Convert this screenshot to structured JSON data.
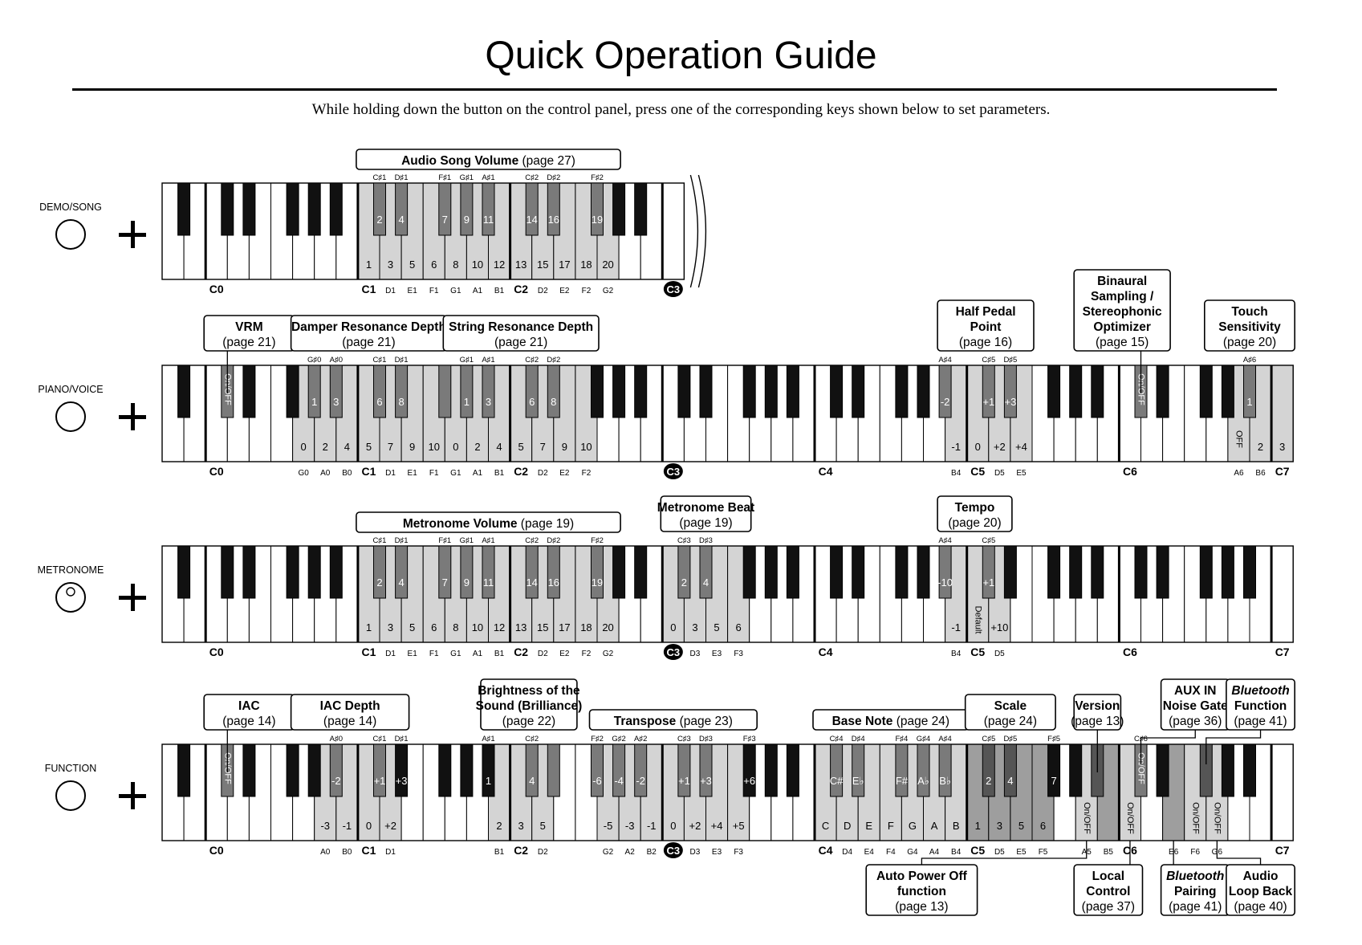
{
  "title": "Quick Operation Guide",
  "subtitle": "While holding down the button on the control panel, press one of the corresponding keys shown below to set parameters.",
  "sections": [
    {
      "button": "DEMO/SONG",
      "button_icon": "circle-button-icon",
      "keyboard_end": "C3",
      "octaves": [
        "C0",
        "C1",
        "C2",
        "C3"
      ],
      "highlights": [
        {
          "from": "C1",
          "to": "G2"
        }
      ],
      "key_values": [
        {
          "key": "C1",
          "value": "1"
        },
        {
          "key": "C#1",
          "value": "2"
        },
        {
          "key": "D1",
          "value": "3"
        },
        {
          "key": "D#1",
          "value": "4"
        },
        {
          "key": "E1",
          "value": "5"
        },
        {
          "key": "F1",
          "value": "6"
        },
        {
          "key": "F#1",
          "value": "7"
        },
        {
          "key": "G1",
          "value": "8"
        },
        {
          "key": "G#1",
          "value": "9"
        },
        {
          "key": "A1",
          "value": "10"
        },
        {
          "key": "A#1",
          "value": "11"
        },
        {
          "key": "B1",
          "value": "12"
        },
        {
          "key": "C2",
          "value": "13"
        },
        {
          "key": "C#2",
          "value": "14"
        },
        {
          "key": "D2",
          "value": "15"
        },
        {
          "key": "D#2",
          "value": "16"
        },
        {
          "key": "E2",
          "value": "17"
        },
        {
          "key": "F2",
          "value": "18"
        },
        {
          "key": "F#2",
          "value": "19"
        },
        {
          "key": "G2",
          "value": "20"
        }
      ],
      "labels_top": [
        "C#1",
        "D#1",
        "F#1",
        "G#1",
        "A#1",
        "C#2",
        "D#2",
        "F#2"
      ],
      "labels_bottom": [
        "D1",
        "E1",
        "F1",
        "G1",
        "A1",
        "B1",
        "D2",
        "E2",
        "F2",
        "G2"
      ],
      "callouts": [
        {
          "lines": [
            "**Audio Song Volume** (page 27)"
          ],
          "from": "C1",
          "to": "G2",
          "above": true
        }
      ]
    },
    {
      "button": "PIANO/VOICE",
      "button_icon": "circle-button-icon",
      "keyboard_end": "C7",
      "octaves": [
        "C0",
        "C1",
        "C2",
        "C3",
        "C4",
        "C5",
        "C6",
        "C7"
      ],
      "highlights": [
        {
          "from": "C#0",
          "to": "C#0"
        },
        {
          "from": "G0",
          "to": "F2"
        },
        {
          "from": "A#4",
          "to": "E5"
        },
        {
          "from": "C#6",
          "to": "C#6"
        },
        {
          "from": "A6",
          "to": "C7"
        }
      ],
      "key_values": [
        {
          "key": "C#0",
          "value": "On/OFF",
          "vertical": true
        },
        {
          "key": "G0",
          "value": "0"
        },
        {
          "key": "G#0",
          "value": "1"
        },
        {
          "key": "A0",
          "value": "2"
        },
        {
          "key": "A#0",
          "value": "3"
        },
        {
          "key": "B0",
          "value": "4"
        },
        {
          "key": "C1",
          "value": "5"
        },
        {
          "key": "C#1",
          "value": "6"
        },
        {
          "key": "D1",
          "value": "7"
        },
        {
          "key": "D#1",
          "value": "8"
        },
        {
          "key": "E1",
          "value": "9"
        },
        {
          "key": "F1",
          "value": "10"
        },
        {
          "key": "G1",
          "value": "0"
        },
        {
          "key": "G#1",
          "value": "1"
        },
        {
          "key": "A1",
          "value": "2"
        },
        {
          "key": "A#1",
          "value": "3"
        },
        {
          "key": "B1",
          "value": "4"
        },
        {
          "key": "C2",
          "value": "5"
        },
        {
          "key": "C#2",
          "value": "6"
        },
        {
          "key": "D2",
          "value": "7"
        },
        {
          "key": "D#2",
          "value": "8"
        },
        {
          "key": "E2",
          "value": "9"
        },
        {
          "key": "F2",
          "value": "10"
        },
        {
          "key": "A#4",
          "value": "-2"
        },
        {
          "key": "B4",
          "value": "-1"
        },
        {
          "key": "C5",
          "value": "0"
        },
        {
          "key": "C#5",
          "value": "+1"
        },
        {
          "key": "D5",
          "value": "+2"
        },
        {
          "key": "D#5",
          "value": "+3"
        },
        {
          "key": "E5",
          "value": "+4"
        },
        {
          "key": "C#6",
          "value": "On/OFF",
          "vertical": true
        },
        {
          "key": "A6",
          "value": "OFF",
          "vertical": true
        },
        {
          "key": "A#6",
          "value": "1"
        },
        {
          "key": "B6",
          "value": "2"
        },
        {
          "key": "C7",
          "value": "3"
        }
      ],
      "labels_top": [
        "G#0",
        "A#0",
        "C#1",
        "D#1",
        "G#1",
        "A#1",
        "C#2",
        "D#2",
        "A#4",
        "C#5",
        "D#5",
        "A#6"
      ],
      "labels_bottom": [
        "G0",
        "A0",
        "B0",
        "D1",
        "E1",
        "F1",
        "G1",
        "A1",
        "B1",
        "D2",
        "E2",
        "F2",
        "B4",
        "D5",
        "E5",
        "A6",
        "B6"
      ],
      "callouts": [
        {
          "lines": [
            "**VRM**",
            "(page 21)"
          ],
          "from": "C0",
          "to": "F0",
          "leader": "C#0"
        },
        {
          "lines": [
            "**Damper Resonance Depth**",
            "(page 21)"
          ],
          "from": "G0",
          "to": "F1"
        },
        {
          "lines": [
            "**String Resonance Depth**",
            "(page 21)"
          ],
          "from": "G1",
          "to": "F2"
        },
        {
          "lines": [
            "**Half Pedal**",
            "**Point**",
            "(page 16)"
          ],
          "from": "A#4",
          "to": "E5"
        },
        {
          "lines": [
            "**Binaural**",
            "**Sampling /**",
            "**Stereophonic**",
            "**Optimizer**",
            "(page 15)"
          ],
          "from": "A5",
          "to": "D#6",
          "leader": "C#6"
        },
        {
          "lines": [
            "**Touch**",
            "**Sensitivity**",
            "(page 20)"
          ],
          "from": "G6",
          "to": "C7"
        }
      ]
    },
    {
      "button": "METRONOME",
      "button_icon": "metronome-button-icon",
      "keyboard_end": "C7",
      "octaves": [
        "C0",
        "C1",
        "C2",
        "C3",
        "C4",
        "C5",
        "C6",
        "C7"
      ],
      "highlights": [
        {
          "from": "C1",
          "to": "G2"
        },
        {
          "from": "C3",
          "to": "F3"
        },
        {
          "from": "A#4",
          "to": "D5"
        }
      ],
      "key_values": [
        {
          "key": "C1",
          "value": "1"
        },
        {
          "key": "C#1",
          "value": "2"
        },
        {
          "key": "D1",
          "value": "3"
        },
        {
          "key": "D#1",
          "value": "4"
        },
        {
          "key": "E1",
          "value": "5"
        },
        {
          "key": "F1",
          "value": "6"
        },
        {
          "key": "F#1",
          "value": "7"
        },
        {
          "key": "G1",
          "value": "8"
        },
        {
          "key": "G#1",
          "value": "9"
        },
        {
          "key": "A1",
          "value": "10"
        },
        {
          "key": "A#1",
          "value": "11"
        },
        {
          "key": "B1",
          "value": "12"
        },
        {
          "key": "C2",
          "value": "13"
        },
        {
          "key": "C#2",
          "value": "14"
        },
        {
          "key": "D2",
          "value": "15"
        },
        {
          "key": "D#2",
          "value": "16"
        },
        {
          "key": "E2",
          "value": "17"
        },
        {
          "key": "F2",
          "value": "18"
        },
        {
          "key": "F#2",
          "value": "19"
        },
        {
          "key": "G2",
          "value": "20"
        },
        {
          "key": "C3",
          "value": "0"
        },
        {
          "key": "C#3",
          "value": "2"
        },
        {
          "key": "D3",
          "value": "3"
        },
        {
          "key": "D#3",
          "value": "4"
        },
        {
          "key": "E3",
          "value": "5"
        },
        {
          "key": "F3",
          "value": "6"
        },
        {
          "key": "A#4",
          "value": "-10"
        },
        {
          "key": "B4",
          "value": "-1"
        },
        {
          "key": "C5",
          "value": "Default",
          "vertical": true
        },
        {
          "key": "C#5",
          "value": "+1"
        },
        {
          "key": "D5",
          "value": "+10"
        }
      ],
      "labels_top": [
        "C#1",
        "D#1",
        "F#1",
        "G#1",
        "A#1",
        "C#2",
        "D#2",
        "F#2",
        "C#3",
        "D#3",
        "A#4",
        "C#5"
      ],
      "labels_bottom": [
        "D1",
        "E1",
        "F1",
        "G1",
        "A1",
        "B1",
        "D2",
        "E2",
        "F2",
        "G2",
        "D3",
        "E3",
        "F3",
        "B4",
        "D5"
      ],
      "callouts": [
        {
          "lines": [
            "**Metronome Volume** (page 19)"
          ],
          "from": "C1",
          "to": "G2",
          "above": true
        },
        {
          "lines": [
            "**Metronome Beat**",
            "(page 19)"
          ],
          "from": "C3",
          "to": "F3"
        },
        {
          "lines": [
            "**Tempo**",
            "(page 20)"
          ],
          "from": "A#4",
          "to": "D5"
        }
      ]
    },
    {
      "button": "FUNCTION",
      "button_icon": "circle-button-icon",
      "keyboard_end": "C7",
      "octaves": [
        "C0",
        "C1",
        "C2",
        "C3",
        "C4",
        "C5",
        "C6",
        "C7"
      ],
      "highlights": [
        {
          "from": "C#0",
          "to": "C#0"
        },
        {
          "from": "A0",
          "to": "D1"
        },
        {
          "from": "B1",
          "to": "D2"
        },
        {
          "from": "F#2",
          "to": "F3"
        },
        {
          "from": "C4",
          "to": "F5"
        },
        {
          "from": "A5",
          "to": "C#6"
        },
        {
          "from": "E6",
          "to": "G6"
        }
      ],
      "dark_highlights": [
        {
          "from": "C5",
          "to": "F5"
        },
        {
          "from": "A#5",
          "to": "B5"
        },
        {
          "from": "E6",
          "to": "E6"
        },
        {
          "from": "F#6",
          "to": "F#6"
        }
      ],
      "key_values": [
        {
          "key": "C#0",
          "value": "On/OFF",
          "vertical": true
        },
        {
          "key": "A0",
          "value": "-3"
        },
        {
          "key": "A#0",
          "value": "-2"
        },
        {
          "key": "B0",
          "value": "-1"
        },
        {
          "key": "C1",
          "value": "0"
        },
        {
          "key": "C#1",
          "value": "+1"
        },
        {
          "key": "D1",
          "value": "+2"
        },
        {
          "key": "D#1",
          "value": "+3"
        },
        {
          "key": "A#1",
          "value": "1"
        },
        {
          "key": "B1",
          "value": "2"
        },
        {
          "key": "C2",
          "value": "3"
        },
        {
          "key": "C#2",
          "value": "4"
        },
        {
          "key": "D2",
          "value": "5"
        },
        {
          "key": "F#2",
          "value": "-6"
        },
        {
          "key": "G2",
          "value": "-5"
        },
        {
          "key": "G#2",
          "value": "-4"
        },
        {
          "key": "A2",
          "value": "-3"
        },
        {
          "key": "A#2",
          "value": "-2"
        },
        {
          "key": "B2",
          "value": "-1"
        },
        {
          "key": "C3",
          "value": "0"
        },
        {
          "key": "C#3",
          "value": "+1"
        },
        {
          "key": "D3",
          "value": "+2"
        },
        {
          "key": "D#3",
          "value": "+3"
        },
        {
          "key": "E3",
          "value": "+4"
        },
        {
          "key": "F3",
          "value": "+5"
        },
        {
          "key": "F#3",
          "value": "+6"
        },
        {
          "key": "C4",
          "value": "C"
        },
        {
          "key": "C#4",
          "value": "C#"
        },
        {
          "key": "D4",
          "value": "D"
        },
        {
          "key": "D#4",
          "value": "E♭"
        },
        {
          "key": "E4",
          "value": "E"
        },
        {
          "key": "F4",
          "value": "F"
        },
        {
          "key": "F#4",
          "value": "F#"
        },
        {
          "key": "G4",
          "value": "G"
        },
        {
          "key": "G#4",
          "value": "A♭"
        },
        {
          "key": "A4",
          "value": "A"
        },
        {
          "key": "A#4",
          "value": "B♭"
        },
        {
          "key": "B4",
          "value": "B"
        },
        {
          "key": "C5",
          "value": "1"
        },
        {
          "key": "C#5",
          "value": "2"
        },
        {
          "key": "D5",
          "value": "3"
        },
        {
          "key": "D#5",
          "value": "4"
        },
        {
          "key": "E5",
          "value": "5"
        },
        {
          "key": "F5",
          "value": "6"
        },
        {
          "key": "F#5",
          "value": "7"
        },
        {
          "key": "A5",
          "value": "On/OFF",
          "vertical": true
        },
        {
          "key": "C6",
          "value": "On/OFF",
          "vertical": true
        },
        {
          "key": "C#6",
          "value": "On/OFF",
          "vertical": true
        },
        {
          "key": "F6",
          "value": "On/OFF",
          "vertical": true
        },
        {
          "key": "G6",
          "value": "On/OFF",
          "vertical": true
        }
      ],
      "labels_top": [
        "A#0",
        "C#1",
        "D#1",
        "A#1",
        "C#2",
        "F#2",
        "G#2",
        "A#2",
        "C#3",
        "D#3",
        "F#3",
        "C#4",
        "D#4",
        "F#4",
        "G#4",
        "A#4",
        "C#5",
        "D#5",
        "F#5",
        "C#6"
      ],
      "labels_bottom": [
        "A0",
        "B0",
        "D1",
        "B1",
        "D2",
        "G2",
        "A2",
        "B2",
        "D3",
        "E3",
        "F3",
        "D4",
        "E4",
        "F4",
        "G4",
        "A4",
        "B4",
        "D5",
        "E5",
        "F5",
        "A5",
        "B5",
        "E6",
        "F6",
        "G6"
      ],
      "callouts": [
        {
          "lines": [
            "**IAC**",
            "(page 14)"
          ],
          "from": "C0",
          "to": "F0",
          "leader": "C#0"
        },
        {
          "lines": [
            "**IAC Depth**",
            "(page 14)"
          ],
          "from": "G0",
          "to": "D#1"
        },
        {
          "lines": [
            "**Brightness of the**",
            "**Sound (Brilliance)**",
            "(page 22)"
          ],
          "from": "A#1",
          "to": "E2"
        },
        {
          "lines": [
            "**Transpose** (page 23)"
          ],
          "from": "F#2",
          "to": "F#3"
        },
        {
          "lines": [
            "**Base Note** (page 24)"
          ],
          "from": "C4",
          "to": "B4"
        },
        {
          "lines": [
            "**Scale**",
            "(page 24)"
          ],
          "from": "C5",
          "to": "F5"
        },
        {
          "lines": [
            "**Version**",
            "(page 13)"
          ],
          "from": "A5",
          "to": "B5",
          "leader": "A#5"
        },
        {
          "lines": [
            "**AUX IN**",
            "**Noise Gate**",
            "(page 36)"
          ],
          "from": "E6",
          "to": "G6",
          "leader": "C#6",
          "elbow": true
        },
        {
          "lines": [
            "***Bluetooth***",
            "**Function**",
            "(page 41)"
          ],
          "from": "A6",
          "to": "C7",
          "leader": "F#6",
          "elbow": true
        },
        {
          "lines": [
            "**Auto Power Off**",
            "**function**",
            "(page 13)"
          ],
          "from": "E4",
          "to": "B4",
          "below": true,
          "leader": "A5",
          "elbow": true
        },
        {
          "lines": [
            "**Local**",
            "**Control**",
            "(page 37)"
          ],
          "from": "A5",
          "to": "C6",
          "below": true,
          "leader": "C6"
        },
        {
          "lines": [
            "***Bluetooth***",
            "**Pairing**",
            "(page 41)"
          ],
          "from": "E6",
          "to": "G6",
          "below": true,
          "leader": "E6"
        },
        {
          "lines": [
            "**Audio**",
            "**Loop Back**",
            "(page 40)"
          ],
          "from": "A6",
          "to": "C7",
          "below": true,
          "leader": "G6",
          "elbow": true
        }
      ]
    }
  ]
}
